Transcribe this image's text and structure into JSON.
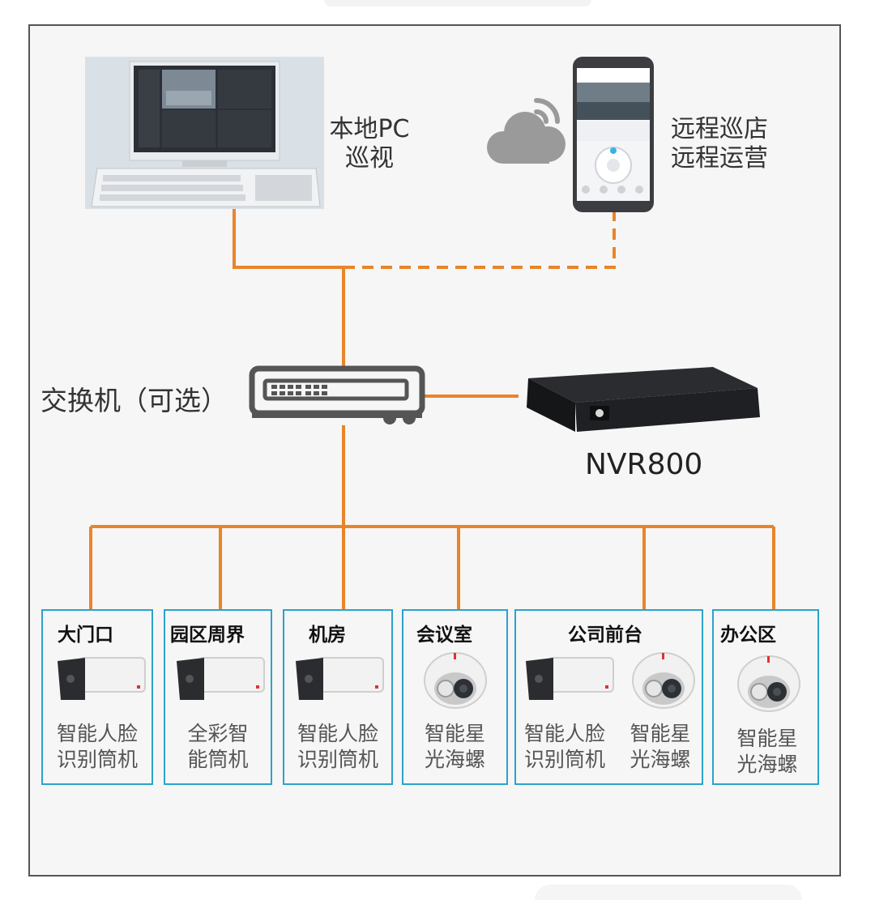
{
  "endpoints": {
    "local_pc": [
      "本地PC",
      "巡视"
    ],
    "remote": [
      "远程巡店",
      "远程运营"
    ]
  },
  "switch": {
    "label": "交换机（可选）"
  },
  "nvr": {
    "label": "NVR800"
  },
  "locations": [
    {
      "title": "大门口",
      "devices": [
        {
          "type": "bullet-camera",
          "desc": "智能人脸\n识别筒机"
        }
      ]
    },
    {
      "title": "园区周界",
      "devices": [
        {
          "type": "bullet-camera",
          "desc": "全彩智\n能筒机"
        }
      ]
    },
    {
      "title": "机房",
      "devices": [
        {
          "type": "bullet-camera",
          "desc": "智能人脸\n识别筒机"
        }
      ]
    },
    {
      "title": "会议室",
      "devices": [
        {
          "type": "dome-camera",
          "desc": "智能星\n光海螺"
        }
      ]
    },
    {
      "title": "公司前台",
      "devices": [
        {
          "type": "bullet-camera",
          "desc": "智能人脸\n识别筒机"
        },
        {
          "type": "dome-camera",
          "desc": "智能星\n光海螺"
        }
      ]
    },
    {
      "title": "办公区",
      "devices": [
        {
          "type": "dome-camera",
          "desc": "智能星\n光海螺"
        }
      ]
    }
  ],
  "colors": {
    "wire": "#E8852B",
    "box_border": "#2AA3CC"
  }
}
